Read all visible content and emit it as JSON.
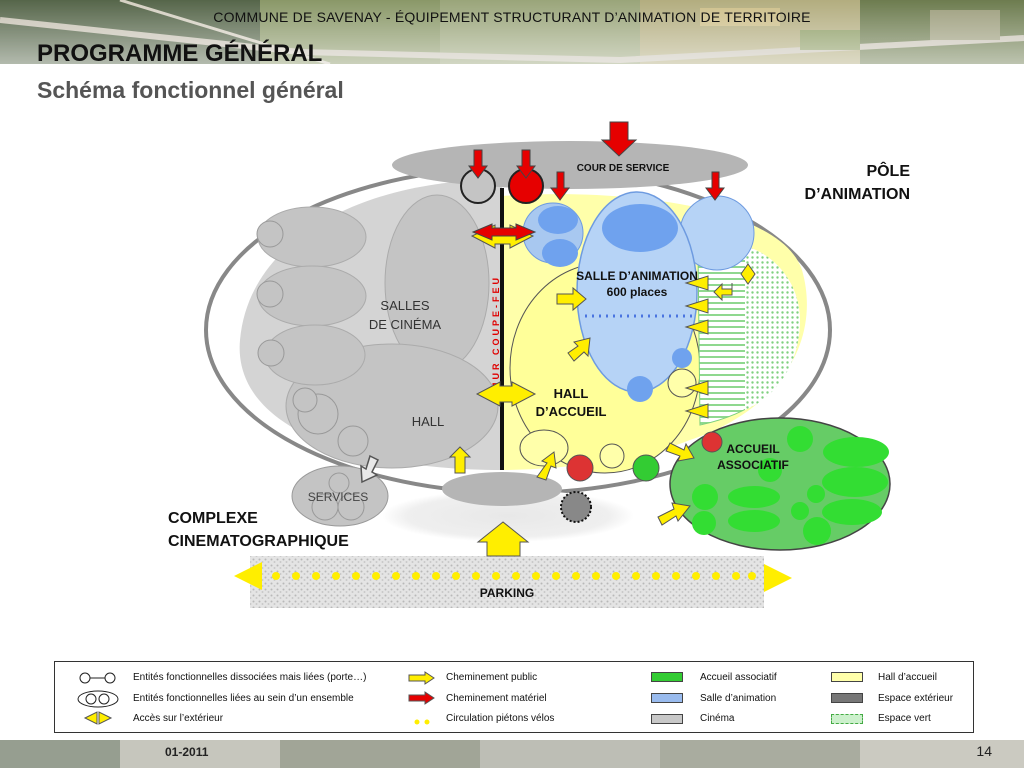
{
  "header": {
    "banner": "COMMUNE DE SAVENAY - ÉQUIPEMENT STRUCTURANT D’ANIMATION DE TERRITOIRE",
    "title": "PROGRAMME GÉNÉRAL",
    "subtitle": "Schéma fonctionnel général"
  },
  "diagram": {
    "cour_service": "COUR DE SERVICE",
    "pole_line1": "PÔLE",
    "pole_line2": "D’ANIMATION",
    "salle_line1": "SALLE D’ANIMATION",
    "salle_line2": "600 places",
    "mur": "MUR COUPE-FEU",
    "salles_line1": "SALLES",
    "salles_line2": "DE CINÉMA",
    "hall_cinema": "HALL",
    "hall_accueil_line1": "HALL",
    "hall_accueil_line2": "D’ACCUEIL",
    "accueil_line1": "ACCUEIL",
    "accueil_line2": "ASSOCIATIF",
    "services": "SERVICES",
    "complexe_line1": "COMPLEXE",
    "complexe_line2": "CINEMATOGRAPHIQUE",
    "parking": "PARKING"
  },
  "legend": {
    "items": [
      {
        "label": "Entités fonctionnelles dissociées mais liées (porte…)"
      },
      {
        "label": "Entités fonctionnelles liées au sein d’un ensemble"
      },
      {
        "label": "Accès sur l’extérieur"
      },
      {
        "label": "Cheminement public"
      },
      {
        "label": "Cheminement matériel"
      },
      {
        "label": "Circulation piétons vélos"
      },
      {
        "label": "Accueil associatif"
      },
      {
        "label": "Salle d’animation"
      },
      {
        "label": "Cinéma"
      },
      {
        "label": "Hall d’accueil"
      },
      {
        "label": "Espace extérieur"
      },
      {
        "label": "Espace vert"
      }
    ]
  },
  "footer": {
    "date": "01-2011",
    "page": "14"
  },
  "colors": {
    "accueil_associatif": "#33cc33",
    "salle_animation": "#99bbee",
    "cinema": "#c8c8c8",
    "hall_accueil": "#ffffaa",
    "espace_exterieur": "#888888",
    "public_arrow": "#ffee00",
    "material_arrow": "#e60000"
  }
}
